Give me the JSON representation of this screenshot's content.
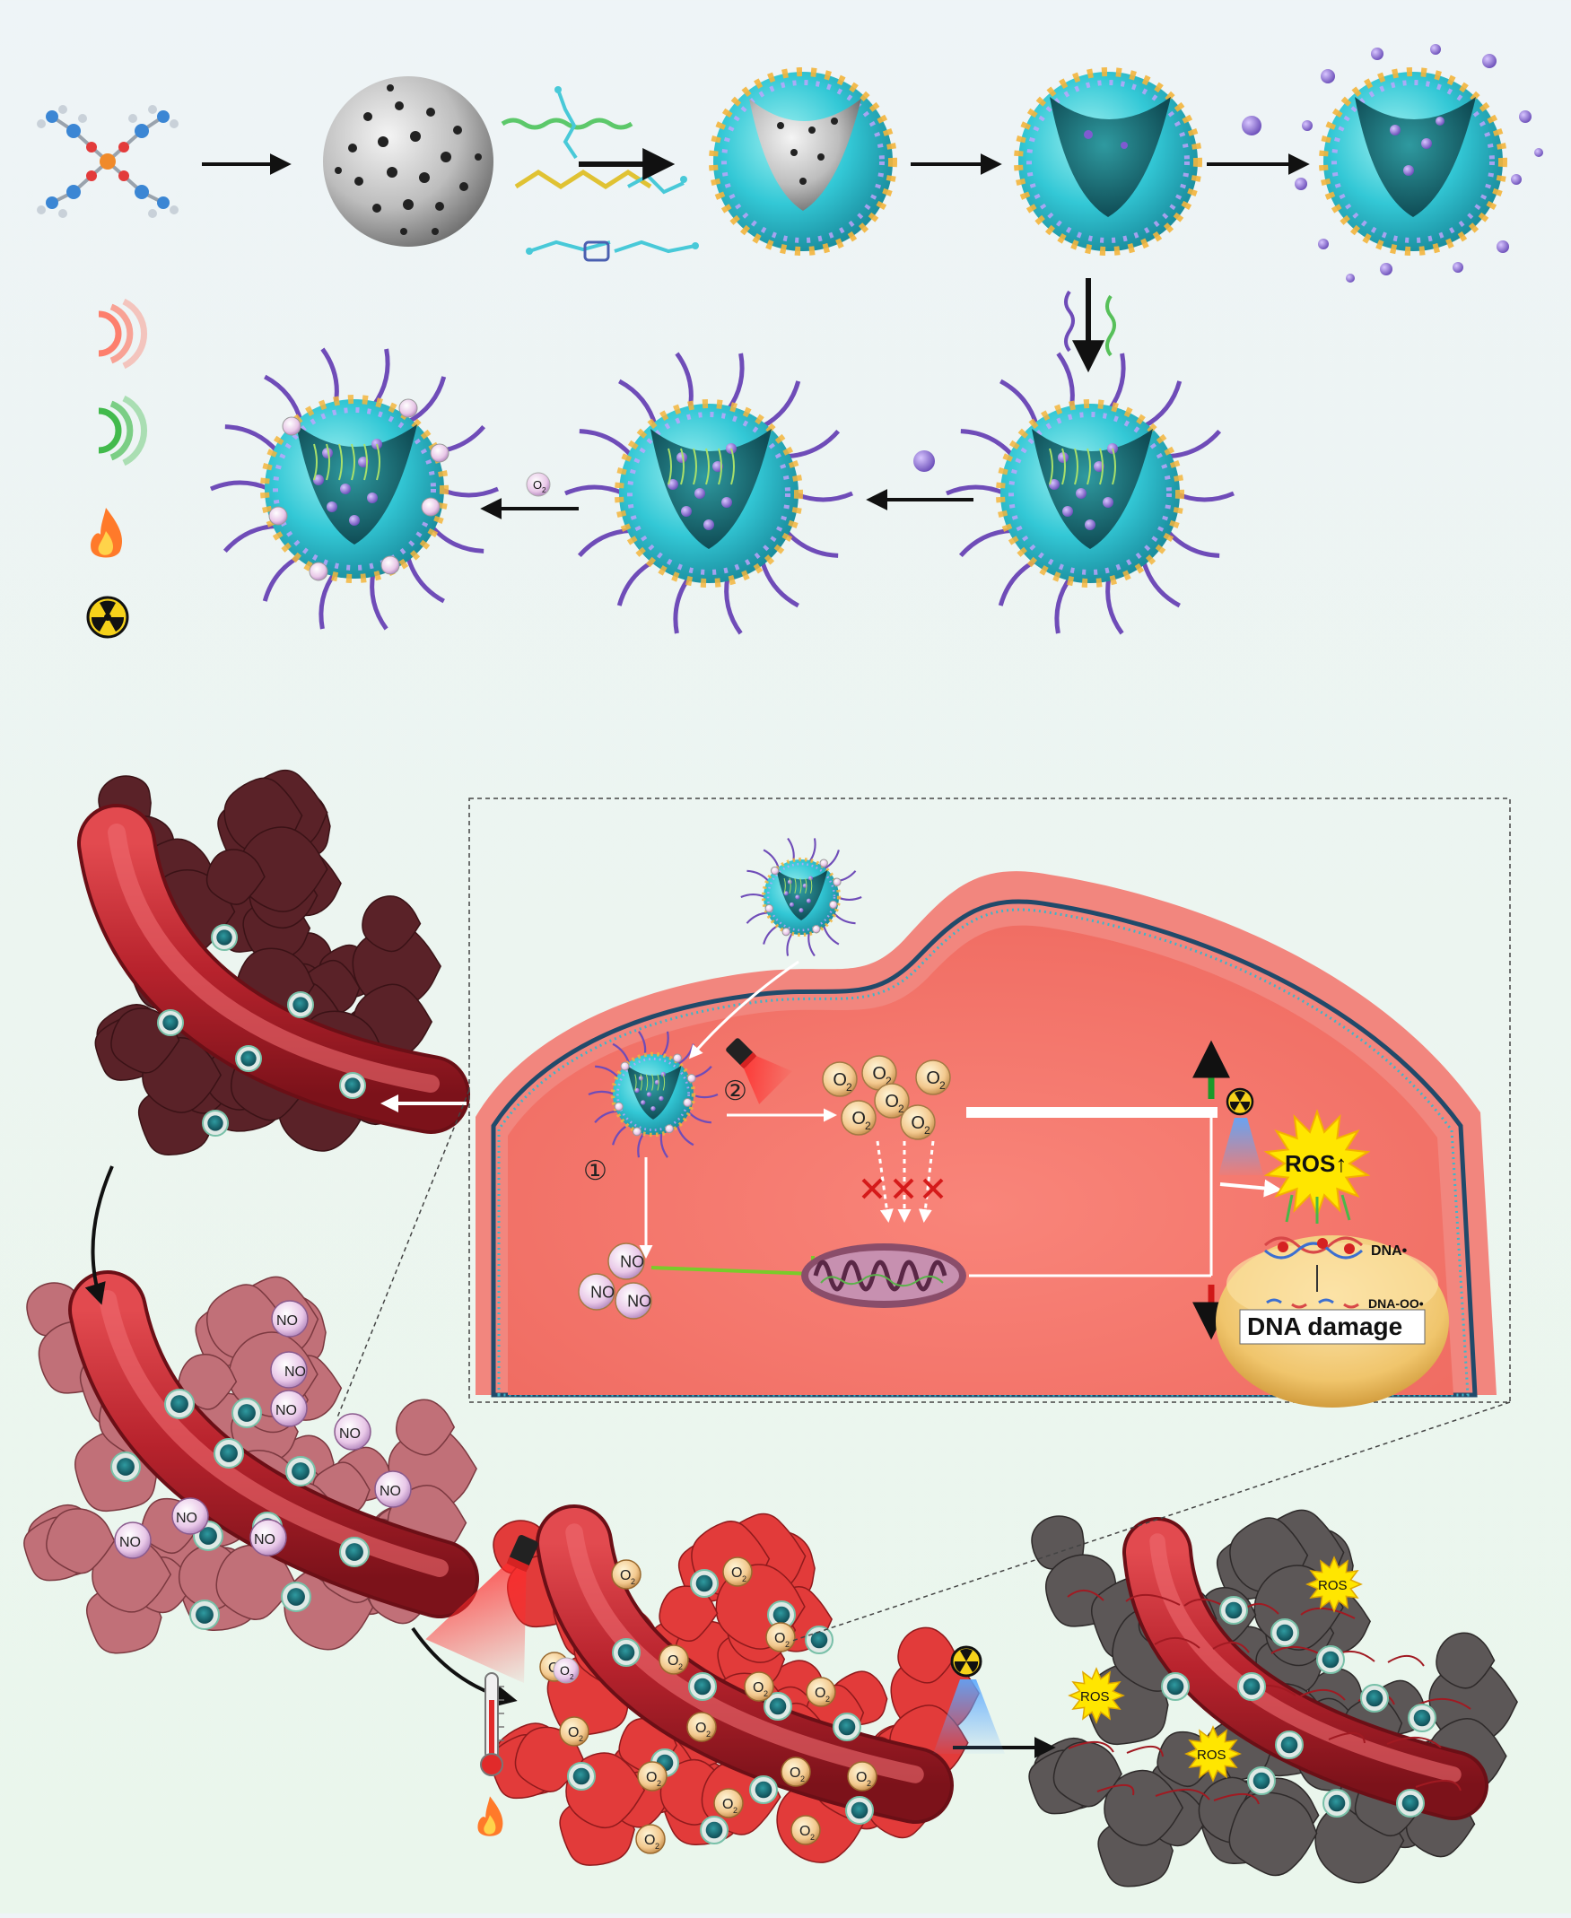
{
  "labels": {
    "o2": "O",
    "o2_sub": "2",
    "no": "NO",
    "ros": "ROS",
    "ros_main": "ROS↑",
    "dna_radical": "DNA•",
    "dna_peroxyl": "DNA-OO•",
    "dna_damage": "DNA damage",
    "step_1": "①",
    "step_2": "②"
  },
  "colors": {
    "shell_cyan": "#2fc9d9",
    "core_teal": "#1d6f78",
    "linker_purple": "#6f4cb8",
    "blood_red": "#b8232d",
    "cell_salmon": "#f4746a",
    "tumor_dark": "#5a2228",
    "tumor_light": "#c06a72",
    "tumor_bright": "#e8403e",
    "tumor_dead": "#555050",
    "ros_yellow": "#ffe600",
    "arrow_green": "#1a9a2a",
    "arrow_red": "#d01818"
  },
  "icons": {
    "red_light": "red-wave-icon",
    "green_light": "green-wave-icon",
    "heat": "flame-icon",
    "radiation": "radiation-icon",
    "laser": "laser-icon",
    "thermometer": "thermometer-icon"
  }
}
